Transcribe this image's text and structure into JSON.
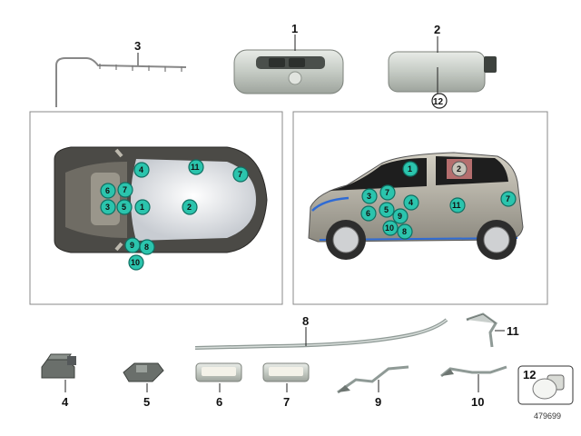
{
  "part_labels": {
    "p1": "1",
    "p2": "2",
    "p3": "3",
    "p4": "4",
    "p5": "5",
    "p6": "6",
    "p7": "7",
    "p8": "8",
    "p9": "9",
    "p10": "10",
    "p11": "11",
    "p12": "12"
  },
  "bulb_label": "12",
  "ref_number": "479699",
  "top_view_badges": [
    "4",
    "11",
    "7",
    "6",
    "7",
    "3",
    "5",
    "1",
    "2",
    "9",
    "8",
    "10"
  ],
  "side_view_badges": [
    "1",
    "2",
    "3",
    "7",
    "4",
    "6",
    "5",
    "9",
    "11",
    "10",
    "8",
    "7"
  ],
  "colors": {
    "badge": "#2bc4ad",
    "highlight": "#e88a8a",
    "car_body": "#b8b4a8"
  }
}
